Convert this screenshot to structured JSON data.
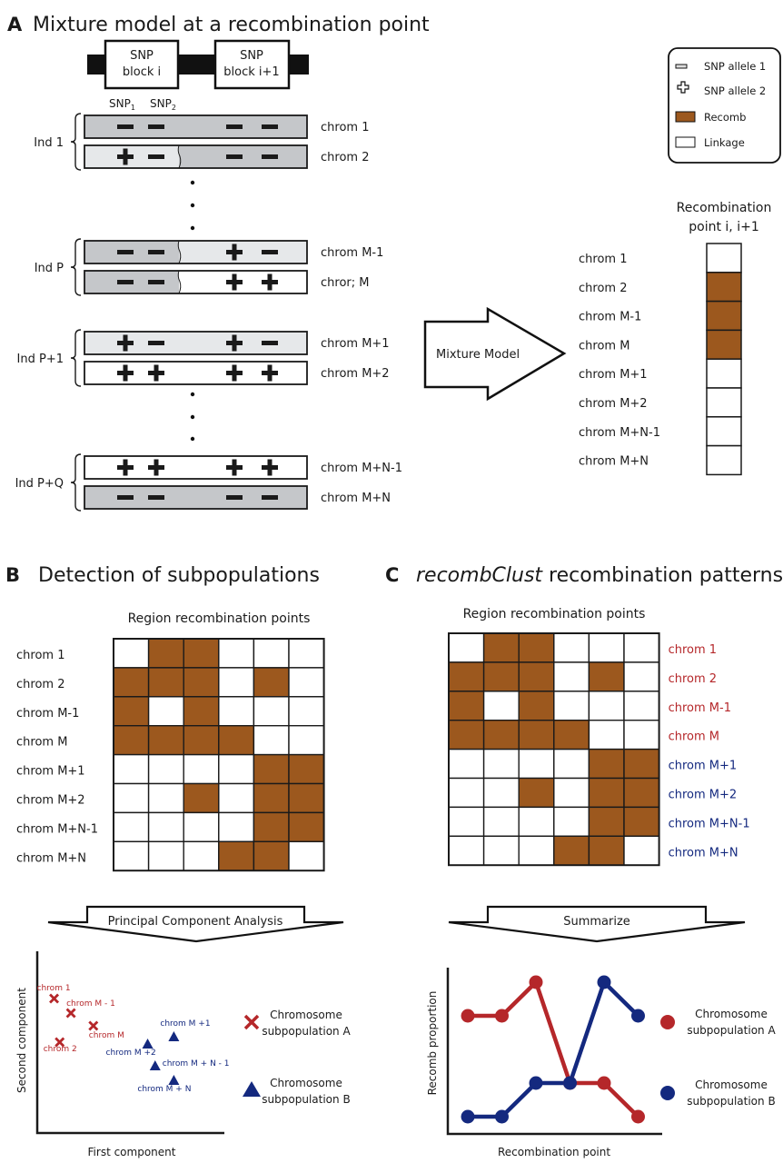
{
  "colors": {
    "recomb": "#9c581e",
    "linkage": "#ffffff",
    "chrom_dark": "#c5c7ca",
    "chrom_light": "#e6e8ea",
    "chrom_white": "#ffffff",
    "subpop_a": "#b5272a",
    "subpop_b": "#14297f",
    "ink": "#1a1a1a"
  },
  "panel_a": {
    "letter": "A",
    "title": "Mixture model at a recombination point",
    "snp_blocks": [
      {
        "line1": "SNP",
        "line2": "block i"
      },
      {
        "line1": "SNP",
        "line2": "block i+1"
      }
    ],
    "snp_labels": [
      {
        "base": "SNP",
        "sub": "1"
      },
      {
        "base": "SNP",
        "sub": "2"
      }
    ],
    "individuals": [
      {
        "label": "Ind 1",
        "chromosomes": [
          {
            "label": "chrom 1",
            "left_shade": "dark",
            "right_shade": "dark",
            "split": false,
            "alleles": [
              "-",
              "-",
              "-",
              "-"
            ]
          },
          {
            "label": "chrom 2",
            "left_shade": "light",
            "right_shade": "dark",
            "split": true,
            "alleles": [
              "+",
              "-",
              "-",
              "-"
            ]
          }
        ]
      },
      {
        "label": "Ind P",
        "chromosomes": [
          {
            "label": "chrom M-1",
            "left_shade": "dark",
            "right_shade": "light",
            "split": true,
            "alleles": [
              "-",
              "-",
              "+",
              "-"
            ]
          },
          {
            "label": "chror; M",
            "left_shade": "dark",
            "right_shade": "white",
            "split": true,
            "alleles": [
              "-",
              "-",
              "+",
              "+"
            ]
          }
        ]
      },
      {
        "label": "Ind P+1",
        "chromosomes": [
          {
            "label": "chrom M+1",
            "left_shade": "light",
            "right_shade": "light",
            "split": false,
            "alleles": [
              "+",
              "-",
              "+",
              "-"
            ]
          },
          {
            "label": "chrom M+2",
            "left_shade": "white",
            "right_shade": "white",
            "split": false,
            "alleles": [
              "+",
              "+",
              "+",
              "+"
            ]
          }
        ]
      },
      {
        "label": "Ind P+Q",
        "chromosomes": [
          {
            "label": "chrom M+N-1",
            "left_shade": "white",
            "right_shade": "white",
            "split": false,
            "alleles": [
              "+",
              "+",
              "+",
              "+"
            ]
          },
          {
            "label": "chrom M+N",
            "left_shade": "dark",
            "right_shade": "dark",
            "split": false,
            "alleles": [
              "-",
              "-",
              "-",
              "-"
            ]
          }
        ]
      }
    ],
    "legend": [
      {
        "icon": "minus-icon",
        "label": "SNP allele 1"
      },
      {
        "icon": "plus-icon",
        "label": "SNP allele 2"
      },
      {
        "icon": "recomb-swatch",
        "label": "Recomb"
      },
      {
        "icon": "linkage-swatch",
        "label": "Linkage"
      }
    ],
    "arrow_label": "Mixture Model",
    "column_title_line1": "Recombination",
    "column_title_line2": "point i, i+1",
    "column_rows": [
      {
        "label": "chrom 1",
        "recomb": false
      },
      {
        "label": "chrom 2",
        "recomb": true
      },
      {
        "label": "chrom M-1",
        "recomb": true
      },
      {
        "label": "chrom M",
        "recomb": true
      },
      {
        "label": "chrom M+1",
        "recomb": false
      },
      {
        "label": "chrom M+2",
        "recomb": false
      },
      {
        "label": "chrom M+N-1",
        "recomb": false
      },
      {
        "label": "chrom M+N",
        "recomb": false
      }
    ]
  },
  "panel_b": {
    "letter": "B",
    "title": "Detection of subpopulations",
    "heatmap_title": "Region recombination points",
    "arrow_label": "Principal Component Analysis"
  },
  "panel_c": {
    "letter": "C",
    "title_italic": "recombClust",
    "title_rest": " recombination patterns",
    "heatmap_title": "Region recombination points",
    "arrow_label": "Summarize"
  },
  "chart_data": [
    {
      "type": "heatmap",
      "title": "Region recombination points",
      "rows": [
        "chrom 1",
        "chrom 2",
        "chrom M-1",
        "chrom M",
        "chrom M+1",
        "chrom M+2",
        "chrom M+N-1",
        "chrom M+N"
      ],
      "columns": 6,
      "values": [
        [
          0,
          1,
          1,
          0,
          0,
          0
        ],
        [
          1,
          1,
          1,
          0,
          1,
          0
        ],
        [
          1,
          0,
          1,
          0,
          0,
          0
        ],
        [
          1,
          1,
          1,
          1,
          0,
          0
        ],
        [
          0,
          0,
          0,
          0,
          1,
          1
        ],
        [
          0,
          0,
          1,
          0,
          1,
          1
        ],
        [
          0,
          0,
          0,
          0,
          1,
          1
        ],
        [
          0,
          0,
          0,
          1,
          1,
          0
        ]
      ],
      "legend": {
        "1": "Recomb",
        "0": "Linkage"
      }
    },
    {
      "type": "scatter",
      "title": "",
      "xlabel": "First component",
      "ylabel": "Second component",
      "xlim": [
        0,
        10
      ],
      "ylim": [
        0,
        10
      ],
      "grid": false,
      "legend_position": "right",
      "series": [
        {
          "name": "Chromosome subpopulation A",
          "marker": "x",
          "points": [
            {
              "label": "chrom 1",
              "x": 0.9,
              "y": 7.4
            },
            {
              "label": "chrom M - 1",
              "x": 1.8,
              "y": 6.6
            },
            {
              "label": "chrom M",
              "x": 3.0,
              "y": 5.9
            },
            {
              "label": "chrom 2",
              "x": 1.2,
              "y": 5.0
            }
          ]
        },
        {
          "name": "Chromosome subpopulation B",
          "marker": "triangle",
          "points": [
            {
              "label": "chrom M +1",
              "x": 7.3,
              "y": 5.3
            },
            {
              "label": "chrom M +2",
              "x": 5.9,
              "y": 4.9
            },
            {
              "label": "chrom M + N - 1",
              "x": 6.3,
              "y": 3.7
            },
            {
              "label": "chrom M + N",
              "x": 7.3,
              "y": 2.9
            }
          ]
        }
      ]
    },
    {
      "type": "line",
      "title": "",
      "xlabel": "Recombination point",
      "ylabel": "Recomb proportion",
      "categories": [
        1,
        2,
        3,
        4,
        5,
        6
      ],
      "ylim": [
        0,
        1
      ],
      "grid": false,
      "legend_position": "right",
      "series": [
        {
          "name": "Chromosome subpopulation A",
          "values": [
            0.75,
            0.75,
            1.0,
            0.25,
            0.25,
            0.0
          ]
        },
        {
          "name": "Chromosome subpopulation B",
          "values": [
            0.0,
            0.0,
            0.25,
            0.25,
            1.0,
            0.75
          ]
        }
      ]
    }
  ]
}
